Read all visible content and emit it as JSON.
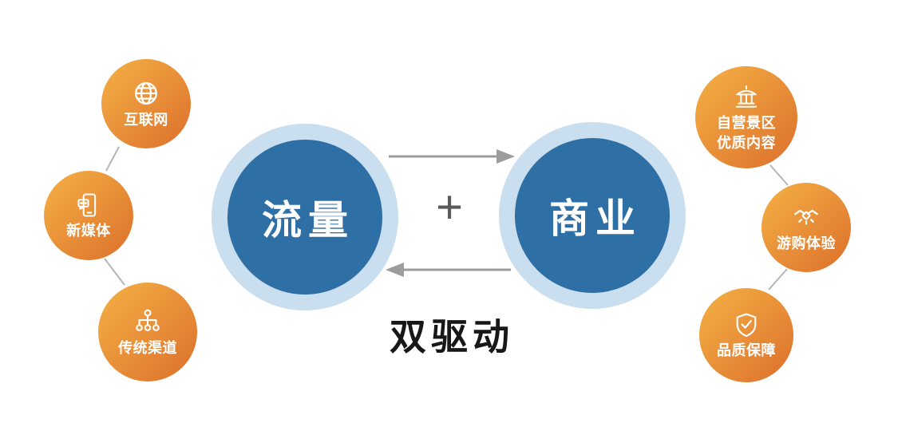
{
  "diagram": {
    "colors": {
      "orange_light": "#F4B245",
      "orange_dark": "#DC6F2C",
      "blue_core": "#2E6FA6",
      "blue_ring": "#C9DEEF",
      "arrow_gray": "#9C9C9C",
      "connector_gray": "#B5B5B5",
      "caption_dark": "#171717"
    },
    "left_nodes": [
      {
        "label": "互联网",
        "icon": "globe-icon"
      },
      {
        "label": "新媒体",
        "icon": "phone-chat-icon"
      },
      {
        "label": "传统渠道",
        "icon": "network-icon"
      }
    ],
    "right_nodes": [
      {
        "lines": [
          "自营景区",
          "优质内容"
        ],
        "icon": "pavilion-icon"
      },
      {
        "label": "游购体验",
        "icon": "handshake-icon"
      },
      {
        "label": "品质保障",
        "icon": "shield-check-icon"
      }
    ],
    "center": {
      "left_circle": "流量",
      "right_circle": "商业",
      "plus": "+",
      "caption": "双驱动"
    }
  }
}
